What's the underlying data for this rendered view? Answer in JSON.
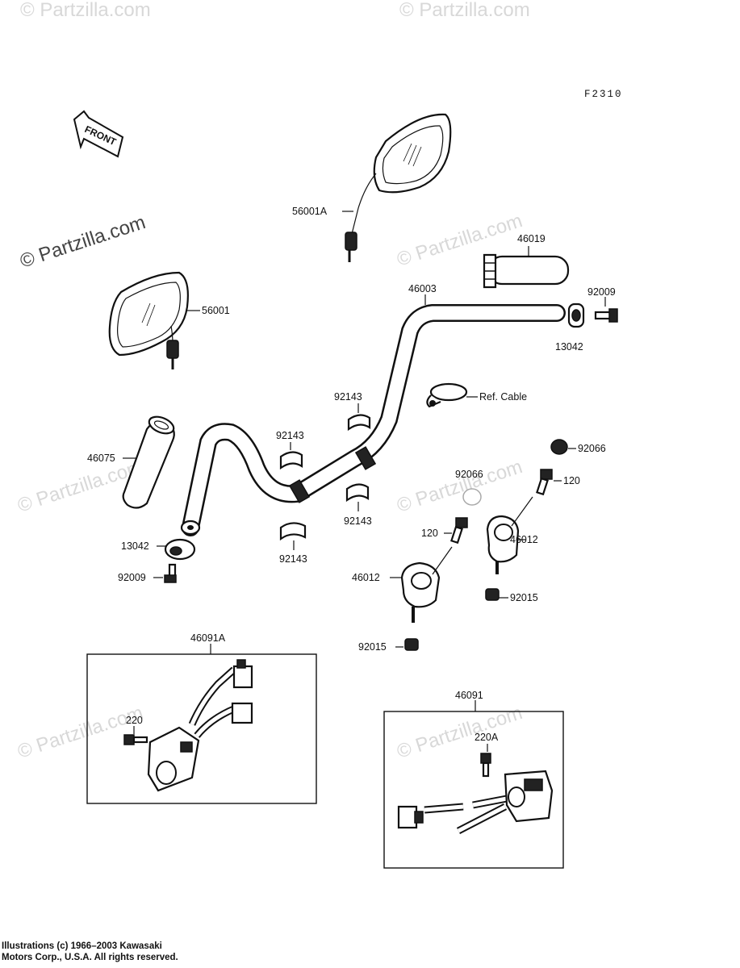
{
  "figure_code": "F2310",
  "front_label": "FRONT",
  "watermark": "© Partzilla.com",
  "parts": {
    "mirror_right": "56001A",
    "mirror_left": "56001",
    "grip_right": "46019",
    "handlebar": "46003",
    "bolt_end_right": "92009",
    "weight_right": "13042",
    "ref_cable": "Ref. Cable",
    "damper_a": "92143",
    "damper_b": "92143",
    "damper_c": "92143",
    "damper_d": "92143",
    "grip_left": "46075",
    "weight_left": "13042",
    "bolt_end_left": "92009",
    "cap_a": "92066",
    "cap_b": "92066",
    "bolt_a": "120",
    "bolt_b": "120",
    "holder_a": "46012",
    "holder_b": "46012",
    "nut_a": "92015",
    "nut_b": "92015",
    "switch_left": "46091A",
    "screw_left": "220",
    "switch_right": "46091",
    "screw_right": "220A"
  },
  "copyright_line1": "Illustrations (c) 1966–2003 Kawasaki",
  "copyright_line2": "Motors Corp., U.S.A.  All rights reserved."
}
